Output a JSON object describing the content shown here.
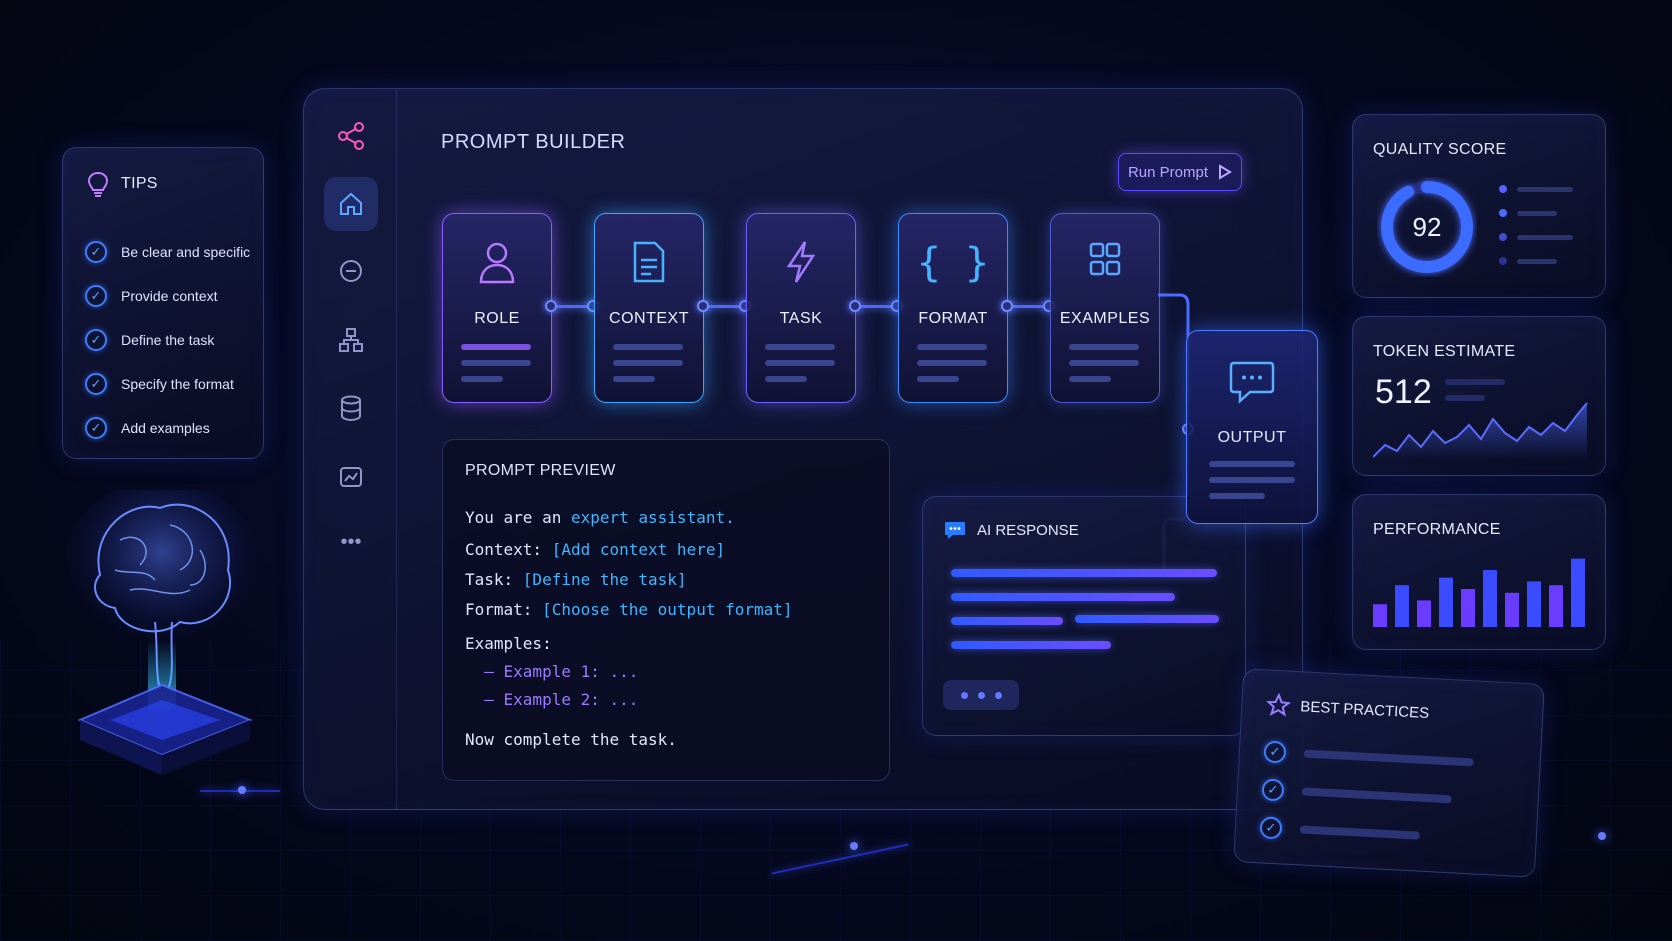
{
  "tips": {
    "title": "TIPS",
    "icon": "lightbulb-icon",
    "items": [
      "Be clear and specific",
      "Provide context",
      "Define the task",
      "Specify the format",
      "Add examples"
    ]
  },
  "sidebar": {
    "items": [
      "share-icon",
      "home-icon",
      "chat-icon",
      "hierarchy-icon",
      "database-icon",
      "analytics-icon",
      "more-icon"
    ]
  },
  "builder": {
    "title": "PROMPT BUILDER",
    "run_label": "Run Prompt",
    "nodes": [
      {
        "label": "ROLE",
        "icon": "user-icon"
      },
      {
        "label": "CONTEXT",
        "icon": "document-icon"
      },
      {
        "label": "TASK",
        "icon": "lightning-icon"
      },
      {
        "label": "FORMAT",
        "icon": "braces-icon"
      },
      {
        "label": "EXAMPLES",
        "icon": "grid-icon"
      }
    ],
    "output_label": "OUTPUT"
  },
  "preview": {
    "title": "PROMPT PREVIEW",
    "line1_a": "You are an ",
    "line1_b": "expert assistant.",
    "line2_a": "Context: ",
    "line2_b": "[Add context here]",
    "line3_a": "Task: ",
    "line3_b": "[Define the task]",
    "line4_a": "Format: ",
    "line4_b": "[Choose the output format]",
    "line5": "Examples:",
    "line6": "  – Example 1: ...",
    "line7": "  – Example 2: ...",
    "line8": "Now complete the task."
  },
  "ai_response": {
    "title": "AI RESPONSE"
  },
  "quality": {
    "title": "QUALITY SCORE",
    "value": "92",
    "score": 92
  },
  "token": {
    "title": "TOKEN ESTIMATE",
    "value": "512"
  },
  "performance": {
    "title": "PERFORMANCE",
    "bars": [
      0.3,
      0.55,
      0.35,
      0.65,
      0.5,
      0.75,
      0.45,
      0.6,
      0.55,
      0.9
    ]
  },
  "best_practices": {
    "title": "BEST PRACTICES"
  },
  "colors": {
    "accent": "#4b6bff",
    "highlight": "#3fb6ff",
    "example": "#9b7bff"
  }
}
